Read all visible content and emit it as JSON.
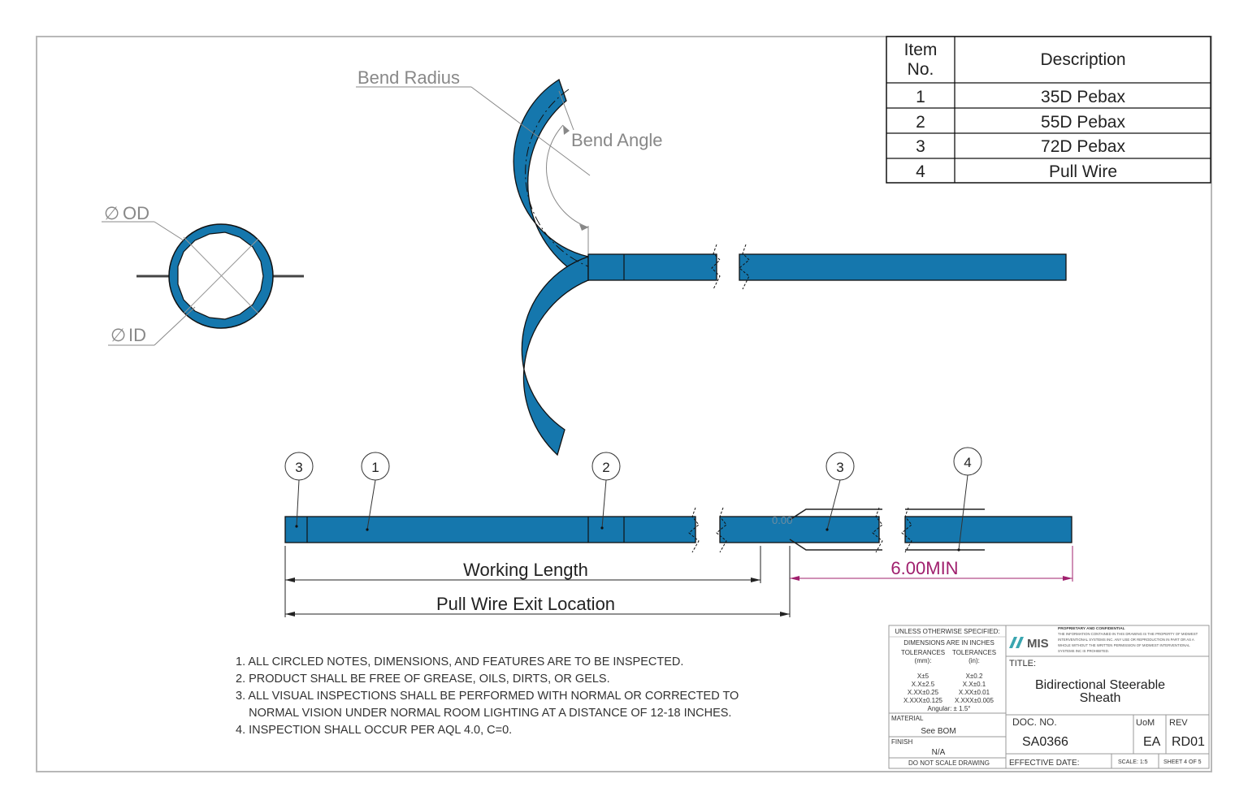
{
  "callouts": {
    "bend_radius": "Bend Radius",
    "bend_angle": "Bend Angle",
    "od": "OD",
    "id": "ID",
    "diameter_symbol": "∅"
  },
  "dimensions": {
    "working_length": "Working Length",
    "pull_wire_exit": "Pull Wire Exit Location",
    "min_length": "6.00MIN",
    "faint_value": "0.00"
  },
  "balloons": [
    "3",
    "1",
    "2",
    "3",
    "4"
  ],
  "bom": {
    "header_item": [
      "Item",
      "No."
    ],
    "header_desc": "Description",
    "rows": [
      {
        "no": "1",
        "desc": "35D Pebax"
      },
      {
        "no": "2",
        "desc": "55D Pebax"
      },
      {
        "no": "3",
        "desc": "72D Pebax"
      },
      {
        "no": "4",
        "desc": "Pull Wire"
      }
    ]
  },
  "notes": [
    "1. ALL CIRCLED NOTES, DIMENSIONS, AND FEATURES ARE TO BE INSPECTED.",
    "2. PRODUCT SHALL BE FREE OF GREASE, OILS, DIRTS, OR GELS.",
    "3. ALL VISUAL INSPECTIONS SHALL BE PERFORMED WITH NORMAL OR CORRECTED TO",
    "    NORMAL VISION UNDER NORMAL ROOM LIGHTING AT A DISTANCE OF 12-18 INCHES.",
    "4. INSPECTION SHALL OCCUR PER AQL  4.0, C=0."
  ],
  "title_block": {
    "unless": "UNLESS OTHERWISE SPECIFIED:",
    "dims_in": "DIMENSIONS ARE IN INCHES",
    "tol_mm_h1": "TOLERANCES",
    "tol_mm_h2": "(mm):",
    "tol_in_h1": "TOLERANCES",
    "tol_in_h2": "(in):",
    "tol_mm": [
      "X±5",
      "X.X±2.5",
      "X.XX±0.25",
      "X.XXX±0.125"
    ],
    "tol_in": [
      "X±0.2",
      "X.X±0.1",
      "X.XX±0.01",
      "X.XXX±0.005"
    ],
    "angular": "Angular: ± 1.5°",
    "material_label": "MATERIAL",
    "material": "See BOM",
    "finish_label": "FINISH",
    "finish": "N/A",
    "no_scale": "DO NOT SCALE DRAWING",
    "logo": "MIS",
    "proprietary_title": "PROPRIETARY AND CONFIDENTIAL",
    "proprietary_text": [
      "THE INFORMATION CONTAINED IN THIS DRAWING IS THE PROPERTY OF MIDWEST",
      "INTERVENTIONAL SYSTEMS INC. ANY USE OR REPRODUCTION IN PART OR AS A",
      "WHOLE WITHOUT THE WRITTEN PERMISSION OF MIDWEST INTERVENTIONAL",
      "SYSTEMS INC IS PROHIBITED."
    ],
    "title_label": "TITLE:",
    "title_line1": "Bidirectional Steerable",
    "title_line2": "Sheath",
    "doc_no_label": "DOC.  NO.",
    "doc_no": "SA0366",
    "uom_label": "UoM",
    "uom": "EA",
    "rev_label": "REV",
    "rev": "RD01",
    "effective_date": "EFFECTIVE DATE:",
    "scale": "SCALE: 1:5",
    "sheet": "SHEET 4 OF 5"
  },
  "colors": {
    "tube": "#1577ad",
    "dimension_magenta": "#a0206e",
    "callout_gray": "#888888",
    "logo_teal": "#3aa6b0"
  }
}
